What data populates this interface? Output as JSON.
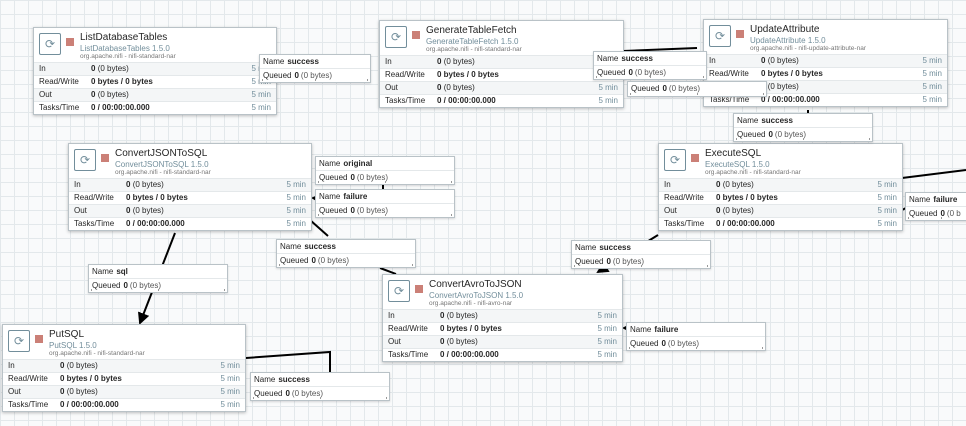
{
  "processors": {
    "list_database_tables": {
      "name": "ListDatabaseTables",
      "type": "ListDatabaseTables 1.5.0",
      "bundle": "org.apache.nifi - nifi-standard-nar",
      "stats": [
        {
          "label": "In",
          "value": "0",
          "detail": "(0 bytes)",
          "time": "5 min"
        },
        {
          "label": "Read/Write",
          "value": "0 bytes / 0 bytes",
          "detail": "",
          "time": "5 min"
        },
        {
          "label": "Out",
          "value": "0",
          "detail": "(0 bytes)",
          "time": "5 min"
        },
        {
          "label": "Tasks/Time",
          "value": "0 / 00:00:00.000",
          "detail": "",
          "time": "5 min"
        }
      ]
    },
    "generate_table_fetch": {
      "name": "GenerateTableFetch",
      "type": "GenerateTableFetch 1.5.0",
      "bundle": "org.apache.nifi - nifi-standard-nar",
      "stats": [
        {
          "label": "In",
          "value": "0",
          "detail": "(0 bytes)",
          "time": "5 min"
        },
        {
          "label": "Read/Write",
          "value": "0 bytes / 0 bytes",
          "detail": "",
          "time": "5 min"
        },
        {
          "label": "Out",
          "value": "0",
          "detail": "(0 bytes)",
          "time": "5 min"
        },
        {
          "label": "Tasks/Time",
          "value": "0 / 00:00:00.000",
          "detail": "",
          "time": "5 min"
        }
      ]
    },
    "update_attribute": {
      "name": "UpdateAttribute",
      "type": "UpdateAttribute 1.5.0",
      "bundle": "org.apache.nifi - nifi-update-attribute-nar",
      "stats": [
        {
          "label": "In",
          "value": "0",
          "detail": "(0 bytes)",
          "time": "5 min"
        },
        {
          "label": "Read/Write",
          "value": "0 bytes / 0 bytes",
          "detail": "",
          "time": "5 min"
        },
        {
          "label": "Out",
          "value": "0",
          "detail": "(0 bytes)",
          "time": "5 min"
        },
        {
          "label": "Tasks/Time",
          "value": "0 / 00:00:00.000",
          "detail": "",
          "time": "5 min"
        }
      ]
    },
    "convert_json_to_sql": {
      "name": "ConvertJSONToSQL",
      "type": "ConvertJSONToSQL 1.5.0",
      "bundle": "org.apache.nifi - nifi-standard-nar",
      "stats": [
        {
          "label": "In",
          "value": "0",
          "detail": "(0 bytes)",
          "time": "5 min"
        },
        {
          "label": "Read/Write",
          "value": "0 bytes / 0 bytes",
          "detail": "",
          "time": "5 min"
        },
        {
          "label": "Out",
          "value": "0",
          "detail": "(0 bytes)",
          "time": "5 min"
        },
        {
          "label": "Tasks/Time",
          "value": "0 / 00:00:00.000",
          "detail": "",
          "time": "5 min"
        }
      ]
    },
    "execute_sql": {
      "name": "ExecuteSQL",
      "type": "ExecuteSQL 1.5.0",
      "bundle": "org.apache.nifi - nifi-standard-nar",
      "stats": [
        {
          "label": "In",
          "value": "0",
          "detail": "(0 bytes)",
          "time": "5 min"
        },
        {
          "label": "Read/Write",
          "value": "0 bytes / 0 bytes",
          "detail": "",
          "time": "5 min"
        },
        {
          "label": "Out",
          "value": "0",
          "detail": "(0 bytes)",
          "time": "5 min"
        },
        {
          "label": "Tasks/Time",
          "value": "0 / 00:00:00.000",
          "detail": "",
          "time": "5 min"
        }
      ]
    },
    "convert_avro_to_json": {
      "name": "ConvertAvroToJSON",
      "type": "ConvertAvroToJSON 1.5.0",
      "bundle": "org.apache.nifi - nifi-avro-nar",
      "stats": [
        {
          "label": "In",
          "value": "0",
          "detail": "(0 bytes)",
          "time": "5 min"
        },
        {
          "label": "Read/Write",
          "value": "0 bytes / 0 bytes",
          "detail": "",
          "time": "5 min"
        },
        {
          "label": "Out",
          "value": "0",
          "detail": "(0 bytes)",
          "time": "5 min"
        },
        {
          "label": "Tasks/Time",
          "value": "0 / 00:00:00.000",
          "detail": "",
          "time": "5 min"
        }
      ]
    },
    "put_sql": {
      "name": "PutSQL",
      "type": "PutSQL 1.5.0",
      "bundle": "org.apache.nifi - nifi-standard-nar",
      "stats": [
        {
          "label": "In",
          "value": "0",
          "detail": "(0 bytes)",
          "time": "5 min"
        },
        {
          "label": "Read/Write",
          "value": "0 bytes / 0 bytes",
          "detail": "",
          "time": "5 min"
        },
        {
          "label": "Out",
          "value": "0",
          "detail": "(0 bytes)",
          "time": "5 min"
        },
        {
          "label": "Tasks/Time",
          "value": "0 / 00:00:00.000",
          "detail": "",
          "time": "5 min"
        }
      ]
    }
  },
  "connections": {
    "c1": {
      "name_label": "Name",
      "name": "success",
      "queued_label": "Queued",
      "count": "0",
      "size": "(0 bytes)"
    },
    "c2": {
      "name_label": "Name",
      "name": "success",
      "queued_label": "Queued",
      "count": "0",
      "size": "(0 bytes)"
    },
    "c3": {
      "name_label": "",
      "name": "",
      "queued_label": "Queued",
      "count": "0",
      "size": "(0 bytes)"
    },
    "c4": {
      "name_label": "Name",
      "name": "success",
      "queued_label": "Queued",
      "count": "0",
      "size": "(0 bytes)"
    },
    "c5": {
      "name_label": "Name",
      "name": "original",
      "queued_label": "Queued",
      "count": "0",
      "size": "(0 bytes)"
    },
    "c6": {
      "name_label": "Name",
      "name": "failure",
      "queued_label": "Queued",
      "count": "0",
      "size": "(0 bytes)"
    },
    "c7": {
      "name_label": "Name",
      "name": "failure",
      "queued_label": "Queued",
      "count": "0",
      "size": "(0 b"
    },
    "c8": {
      "name_label": "Name",
      "name": "success",
      "queued_label": "Queued",
      "count": "0",
      "size": "(0 bytes)"
    },
    "c9": {
      "name_label": "Name",
      "name": "success",
      "queued_label": "Queued",
      "count": "0",
      "size": "(0 bytes)"
    },
    "c10": {
      "name_label": "Name",
      "name": "sql",
      "queued_label": "Queued",
      "count": "0",
      "size": "(0 bytes)"
    },
    "c11": {
      "name_label": "Name",
      "name": "failure",
      "queued_label": "Queued",
      "count": "0",
      "size": "(0 bytes)"
    },
    "c12": {
      "name_label": "Name",
      "name": "success",
      "queued_label": "Queued",
      "count": "0",
      "size": "(0 bytes)"
    }
  },
  "icons": {
    "processor": "processor-icon",
    "run_state": "stopped-state-icon"
  },
  "colors": {
    "stopped": "#ba554a",
    "accent": "#728e9b",
    "link": "#000000"
  }
}
